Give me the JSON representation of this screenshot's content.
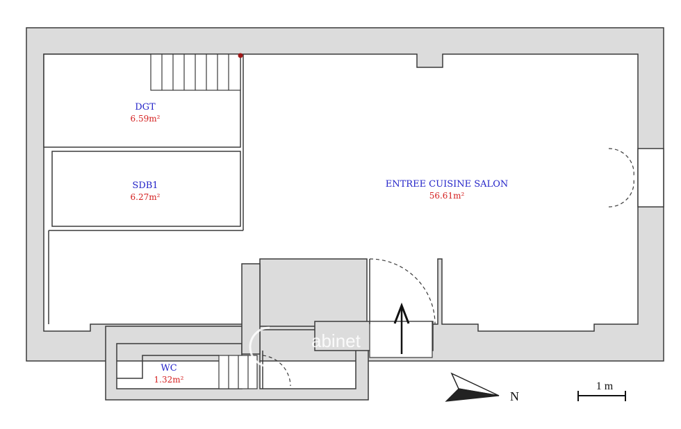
{
  "rooms": {
    "dgt": {
      "name": "DGT",
      "area": "6.59m²"
    },
    "sdb1": {
      "name": "SDB1",
      "area": "6.27m²"
    },
    "main": {
      "name": "ENTREE CUISINE SALON",
      "area": "56.61m²"
    },
    "wc": {
      "name": "WC",
      "area": "1.32m²"
    }
  },
  "compass": {
    "label": "N"
  },
  "scale": {
    "label": "1 m"
  },
  "watermark": {
    "text": "abinet"
  },
  "colors": {
    "wall": "#dcdcdc",
    "outline": "#3a3a3a",
    "room_name": "#2323c8",
    "room_area": "#d42020"
  }
}
